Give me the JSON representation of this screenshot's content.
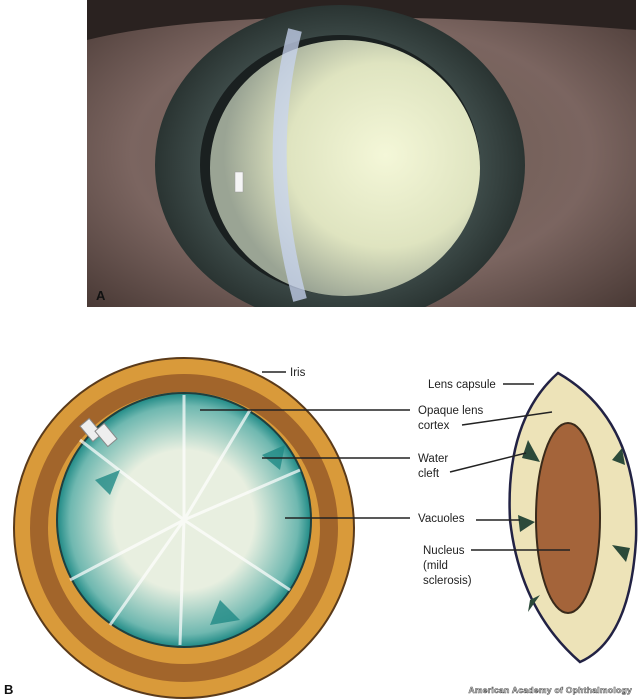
{
  "panels": {
    "a": "A",
    "b": "B"
  },
  "labels": {
    "iris": "Iris",
    "lens_capsule": "Lens capsule",
    "opaque_cortex_1": "Opaque lens",
    "opaque_cortex_2": "cortex",
    "water_cleft_1": "Water",
    "water_cleft_2": "cleft",
    "vacuoles": "Vacuoles",
    "nucleus_1": "Nucleus",
    "nucleus_2": "(mild",
    "nucleus_3": "sclerosis)"
  },
  "watermark": "American Academy of Ophthalmology"
}
